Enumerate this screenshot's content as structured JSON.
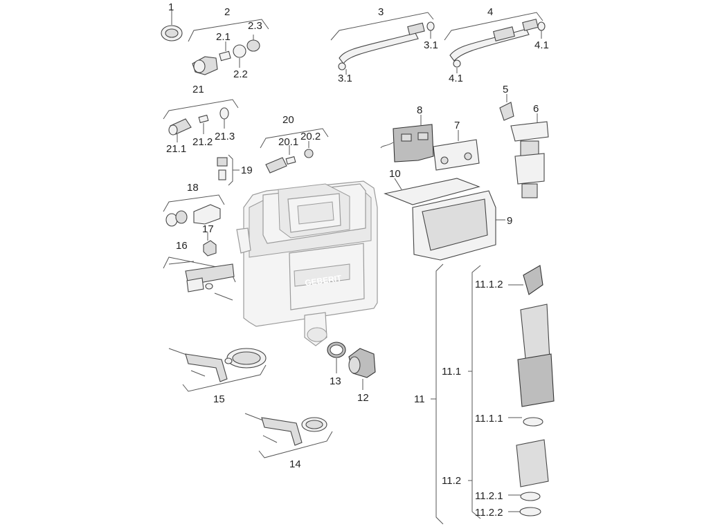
{
  "labels": {
    "p1": "1",
    "p2": "2",
    "p2_1": "2.1",
    "p2_2": "2.2",
    "p2_3": "2.3",
    "p3": "3",
    "p3_1a": "3.1",
    "p3_1b": "3.1",
    "p4": "4",
    "p4_1a": "4.1",
    "p4_1b": "4.1",
    "p5": "5",
    "p6": "6",
    "p7": "7",
    "p8": "8",
    "p9": "9",
    "p10": "10",
    "p11": "11",
    "p11_1": "11.1",
    "p11_1_1": "11.1.1",
    "p11_1_2": "11.1.2",
    "p11_2": "11.2",
    "p11_2_1": "11.2.1",
    "p11_2_2": "11.2.2",
    "p12": "12",
    "p13": "13",
    "p14": "14",
    "p15": "15",
    "p16": "16",
    "p17": "17",
    "p18": "18",
    "p19": "19",
    "p20": "20",
    "p20_1": "20.1",
    "p20_2": "20.2",
    "p21": "21",
    "p21_1": "21.1",
    "p21_2": "21.2",
    "p21_3": "21.3"
  },
  "cistern_logo": "GEBERIT"
}
